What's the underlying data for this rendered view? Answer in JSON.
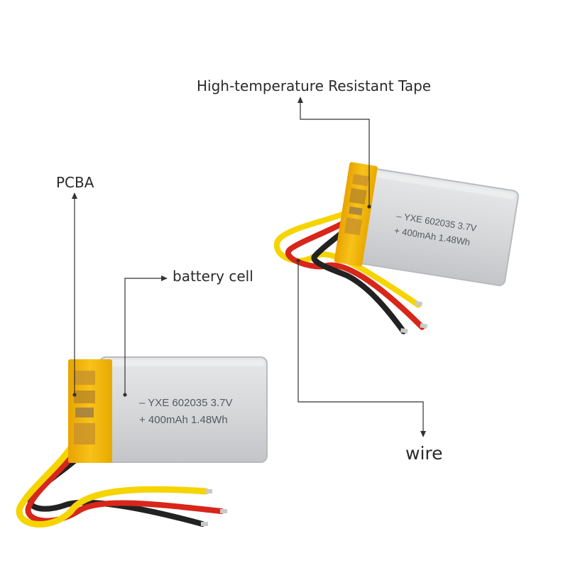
{
  "callouts": {
    "tape": "High-temperature Resistant Tape",
    "pcba": "PCBA",
    "cell": "battery cell",
    "wire": "wire"
  },
  "battery_label": {
    "line1": "–  YXE 602035 3.7V",
    "line2": "+  400mAh 1.48Wh"
  },
  "colors": {
    "cell_body": "#d2d4d6",
    "cell_edge": "#b8babd",
    "tape": "#f2b600",
    "wire_yellow": "#f5d400",
    "wire_red": "#d8261a",
    "wire_black": "#222222",
    "callout_line": "#333333"
  }
}
